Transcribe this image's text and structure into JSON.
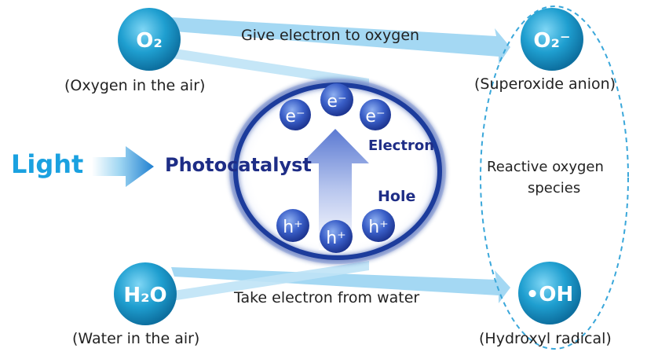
{
  "molecules": {
    "oxygen": {
      "formula": "O₂",
      "caption": "(Oxygen in the air)"
    },
    "superoxide": {
      "formula": "O₂⁻",
      "caption": "(Superoxide anion)"
    },
    "water": {
      "formula": "H₂O",
      "caption": "(Water in the air)"
    },
    "hydroxyl": {
      "formula": "•OH",
      "caption": "(Hydroxyl radical)"
    }
  },
  "arrows": {
    "top": "Give electron to oxygen",
    "bottom": "Take electron from water"
  },
  "light": "Light",
  "photocatalyst": "Photocatalyst",
  "electron_label": "Electron",
  "hole_label": "Hole",
  "electron_symbol": "e⁻",
  "hole_symbol": "h⁺",
  "reactive_species": [
    "Reactive oxygen",
    "species"
  ],
  "colors": {
    "molecule": "#1f9fd0",
    "arrow": "#9fd6f2",
    "ring": "#1c3c9c",
    "light": "#1aa1e0",
    "navy": "#1e2d86",
    "dashed": "#3aa7da"
  }
}
